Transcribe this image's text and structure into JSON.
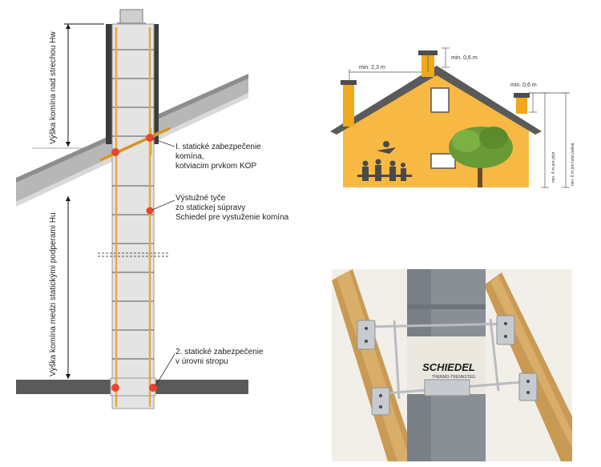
{
  "left_diagram": {
    "vertical_labels": {
      "top": "Výška komína nad strechou Hw",
      "bottom": "Výška komína medzi statickými podperami Hu"
    },
    "callouts": [
      {
        "lines": [
          "I. statické zabezpečenie",
          "komína,",
          "kotviacim prvkom KOP"
        ]
      },
      {
        "lines": [
          "Výstužné tyče",
          "zo statickej súpravy",
          "Schiedel pre vystuženie komína"
        ]
      },
      {
        "lines": [
          "2. statické zabezpečenie",
          "v úrovni stropu"
        ]
      }
    ],
    "colors": {
      "marker": "#e8452c",
      "rod": "#e9a93a",
      "chimney": "#e4e4e4",
      "roof": "#9a9a9a"
    }
  },
  "house_diagram": {
    "dim_labels": {
      "roof_distance": "min. 2,3 m",
      "ridge_height": "min. 0,6 m",
      "right_height": "min. 0,6 m",
      "gas_height": "min. 4 m pre plyn",
      "solid_height": "min. 6 m pre tuhé palivá"
    },
    "colors": {
      "wall": "#f7b944",
      "roof": "#5a5a5a",
      "chimney": "#f0a81c",
      "tree": "#6a9a35"
    }
  },
  "photo": {
    "brand": "SCHIEDEL",
    "subtext": "THERMO-TRENNSTEG"
  }
}
